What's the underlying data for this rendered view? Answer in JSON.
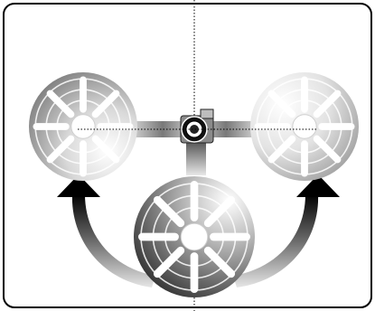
{
  "diagram": {
    "colors": {
      "frame": "#000000",
      "background": "#ffffff",
      "arrow_dark": "#000000",
      "arrow_light": "#e6e6e6",
      "wheel_light": "#ffffff",
      "wheel_dark": "#3a3a3a",
      "spoke": "#ffffff",
      "hub": "#1a1a1a"
    },
    "wheels": [
      {
        "id": "left",
        "spokes": 8,
        "rings": 3
      },
      {
        "id": "right",
        "spokes": 8,
        "rings": 3
      },
      {
        "id": "bottom",
        "spokes": 8,
        "rings": 3
      }
    ],
    "arrows": [
      {
        "id": "to-left",
        "from": "bottom",
        "to": "left"
      },
      {
        "id": "to-right",
        "from": "bottom",
        "to": "right"
      }
    ],
    "guide_lines": [
      "vertical-axis",
      "horizontal-axis"
    ],
    "icons": [
      "wheel-icon",
      "central-hub-icon",
      "curved-arrow-icon"
    ]
  }
}
